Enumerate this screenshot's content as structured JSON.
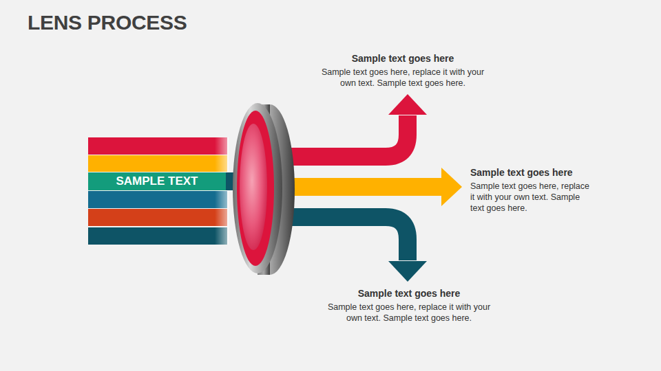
{
  "diagram": {
    "title": "LENS PROCESS",
    "nodes": [
      {
        "text": [
          "SAMPLE TEXT"
        ]
      },
      {
        "text": [
          "Sample text goes here",
          "Sample text goes here, replace it with your own text. Sample text goes here."
        ]
      },
      {
        "text": [
          "Sample text goes here",
          "Sample text goes here, replace it with your own text. Sample text goes here."
        ]
      },
      {
        "text": [
          "Sample text goes here",
          "Sample text goes here, replace it with your own text. Sample text goes here."
        ]
      }
    ],
    "edges": [
      {
        "from": 0,
        "to": 1,
        "arrow": "to"
      },
      {
        "from": 0,
        "to": 2,
        "arrow": "to"
      },
      {
        "from": 0,
        "to": 3,
        "arrow": "to"
      }
    ]
  }
}
